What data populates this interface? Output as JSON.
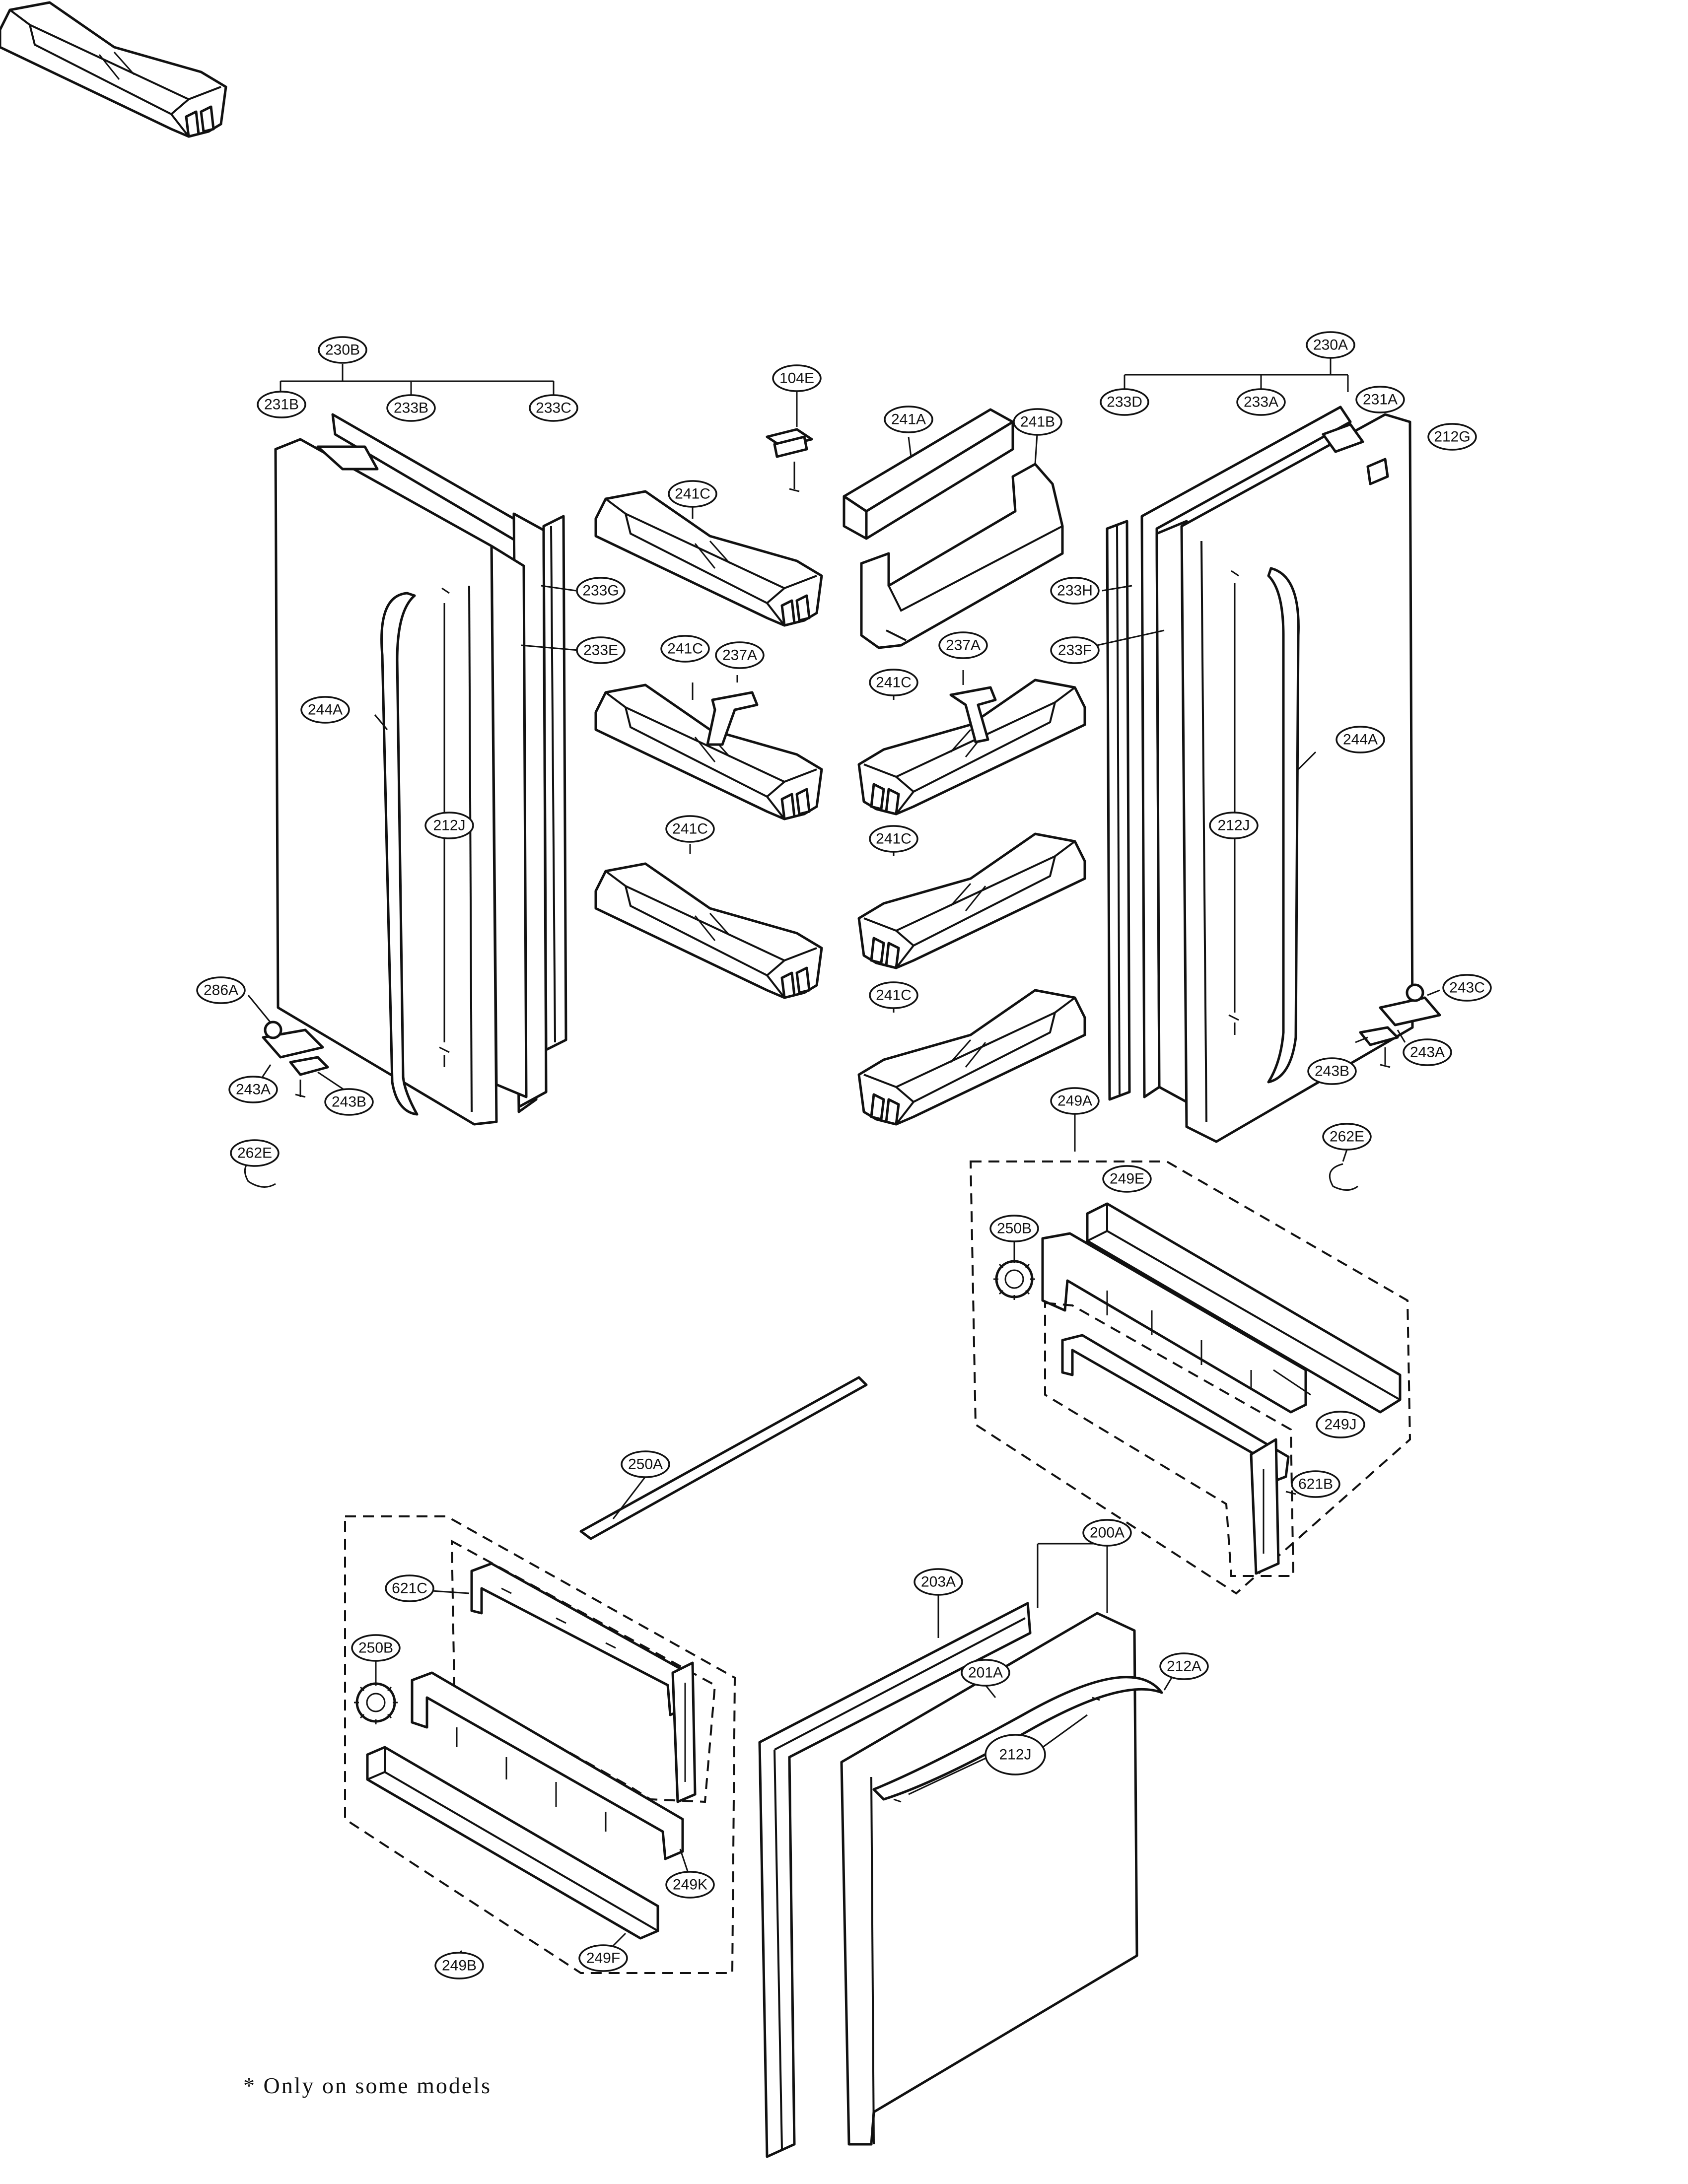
{
  "footnote": "* Only on some models",
  "callouts": {
    "c230B": "230B",
    "c231B": "231B",
    "c233B": "233B",
    "c233C": "233C",
    "c233G": "233G",
    "c233E": "233E",
    "c244A_l": "244A",
    "c212J_l": "212J",
    "c286A": "286A",
    "c243A_l": "243A",
    "c243B_l": "243B",
    "c262E_l": "262E",
    "c104E": "104E",
    "c241A": "241A",
    "c241B": "241B",
    "c241C_1": "241C",
    "c241C_2": "241C",
    "c237A_l": "237A",
    "c241C_3": "241C",
    "c241C_4": "241C",
    "c237A_r": "237A",
    "c241C_5": "241C",
    "c241C_6": "241C",
    "c230A": "230A",
    "c233D": "233D",
    "c233A": "233A",
    "c231A": "231A",
    "c212G": "212G",
    "c233H": "233H",
    "c233F": "233F",
    "c244A_r": "244A",
    "c212J_r": "212J",
    "c243C": "243C",
    "c243A_r": "243A",
    "c243B_r": "243B",
    "c262E_r": "262E",
    "c249A": "249A",
    "c249E": "249E",
    "c250B_r": "250B",
    "c249J": "249J",
    "c621B": "621B",
    "c250A": "250A",
    "c621C": "621C",
    "c250B_l": "250B",
    "c249K": "249K",
    "c249B": "249B",
    "c249F": "249F",
    "c203A": "203A",
    "c200A": "200A",
    "c201A": "201A",
    "c212A": "212A",
    "c212J_b": "212J"
  }
}
